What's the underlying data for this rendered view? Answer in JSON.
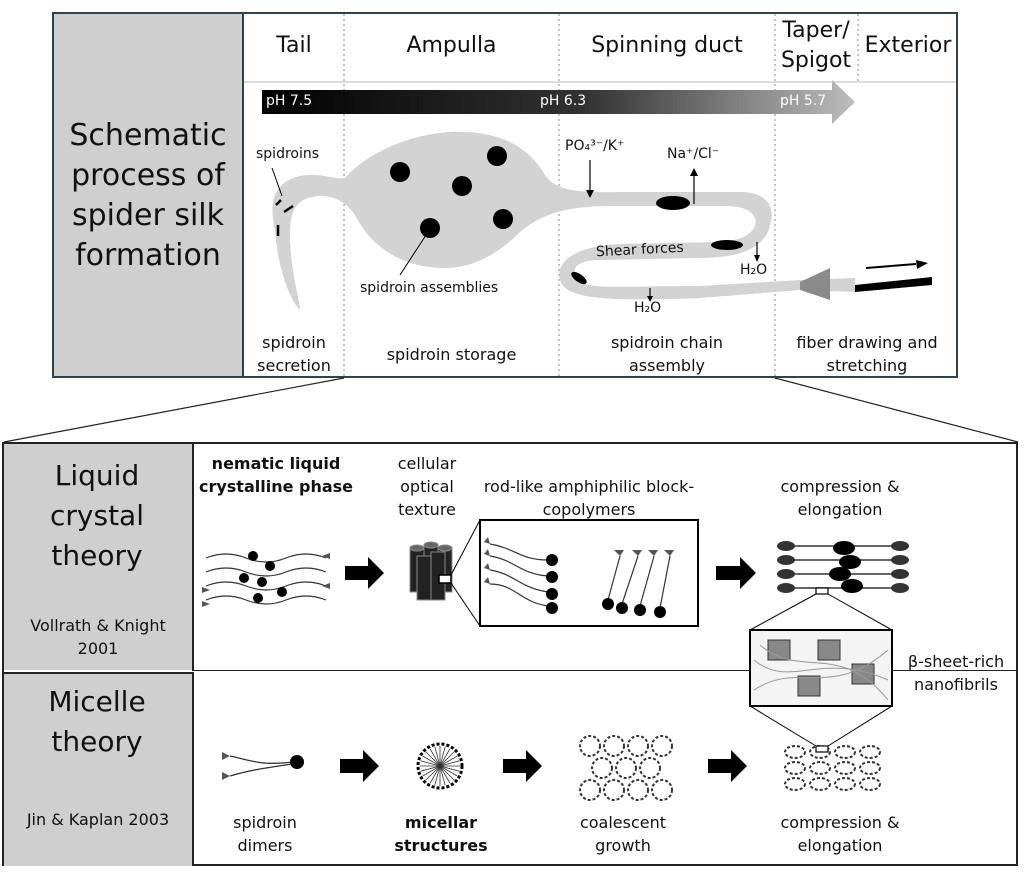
{
  "top": {
    "title": "Schematic process of spider silk formation",
    "regions": [
      "Tail",
      "Ampulla",
      "Spinning duct",
      "Taper/ Spigot",
      "Exterior"
    ],
    "ph": [
      "pH 7.5",
      "pH 6.3",
      "pH 5.7"
    ],
    "labels": {
      "spidroins": "spidroins",
      "assemblies": "spidroin assemblies",
      "ions_in": "PO₄³⁻/K⁺",
      "ions_out": "Na⁺/Cl⁻",
      "shear": "Shear forces",
      "water1": "H₂O",
      "water2": "H₂O"
    },
    "steps": [
      "spidroin secretion",
      "spidroin storage",
      "spidroin chain assembly",
      "fiber drawing and stretching"
    ]
  },
  "bottom": {
    "lc": {
      "title": "Liquid crystal theory",
      "ref": "Vollrath & Knight 2001",
      "phase": "nematic liquid crystalline phase",
      "texture": "cellular optical texture",
      "block": "rod-like amphiphilic block-copolymers",
      "compression": "compression & elongation"
    },
    "micelle": {
      "title": "Micelle theory",
      "ref": "Jin & Kaplan 2003",
      "dimers": "spidroin dimers",
      "structures": "micellar structures",
      "growth": "coalescent growth",
      "compression": "compression & elongation"
    },
    "beta": "β-sheet-rich nanofibrils"
  },
  "colors": {
    "panel_grey": "#cfcfcf",
    "border": "#2d4450",
    "gland": "#d3d3d3"
  }
}
